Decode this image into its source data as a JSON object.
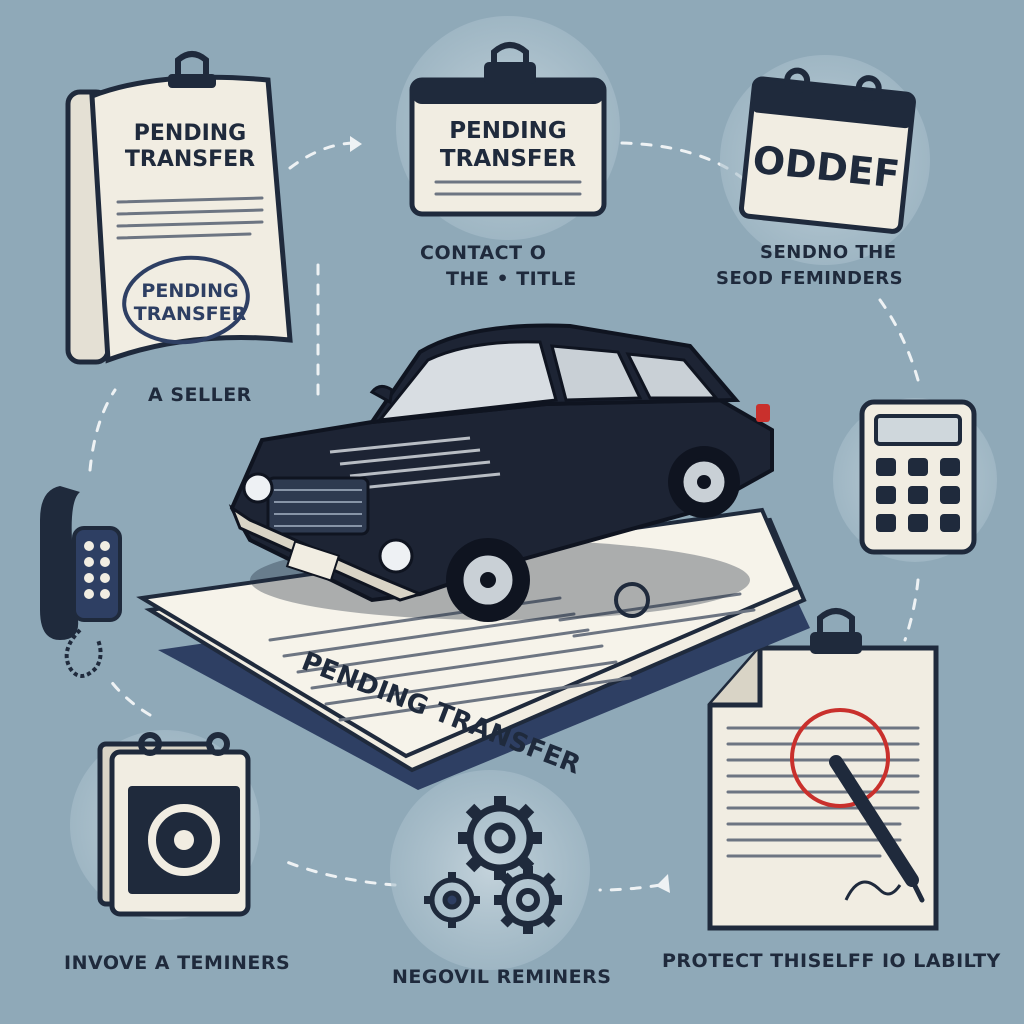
{
  "diagram": {
    "background_color": "#8fa9b8",
    "ink_color": "#1f2a3c",
    "paper_color": "#f1ede2",
    "car_color": "#1d2434",
    "accent_red": "#c9302c",
    "center": {
      "car": "car-icon",
      "document_stamp": "PENDING TRANSFER"
    },
    "steps": [
      {
        "icon": "clipboard-document-icon",
        "card_title_line1": "PENDING",
        "card_title_line2": "TRANSFER",
        "stamp_line1": "PENDING",
        "stamp_line2": "TRANSFER",
        "label": "A SELLER"
      },
      {
        "icon": "clipboard-sign-icon",
        "card_title_line1": "PENDING",
        "card_title_line2": "TRANSFER",
        "label_line1": "CONTACT O",
        "label_line2": "THE • TITLE"
      },
      {
        "icon": "calendar-icon",
        "card_title": "ODDEF",
        "label_line1": "SENDNO THE",
        "label_line2": "SEOD FEMINDERS"
      },
      {
        "icon": "calculator-icon"
      },
      {
        "icon": "signed-document-icon",
        "label": "PROTECT THISELFF IO LABILTY"
      },
      {
        "icon": "gears-icon",
        "label": "NEGOVIL REMINERS"
      },
      {
        "icon": "calendar-target-icon",
        "label": "INVOVE A TEMINERS"
      },
      {
        "icon": "telephone-icon"
      }
    ]
  }
}
